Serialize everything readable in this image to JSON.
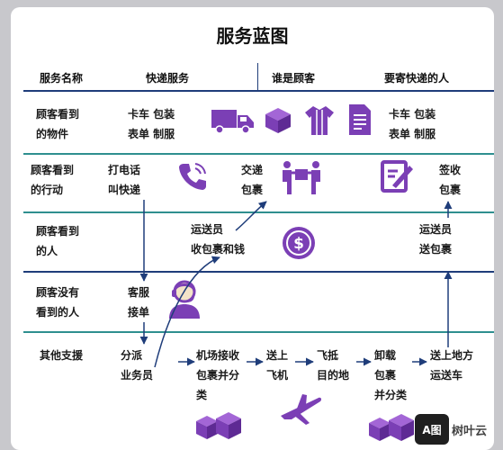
{
  "title": "服务蓝图",
  "header": {
    "col_service_name": "服务名称",
    "col_service": "快递服务",
    "col_customer": "谁是顾客",
    "col_sender": "要寄快递的人"
  },
  "rows": [
    {
      "label": "顾客看到\n的物件"
    },
    {
      "label": "顾客看到\n的行动"
    },
    {
      "label": "顾客看到\n的人"
    },
    {
      "label": "顾客没有\n看到的人"
    },
    {
      "label": "其他支援"
    }
  ],
  "objects_left": "卡车  包装\n表单  制服",
  "objects_right": "卡车  包装\n表单  制服",
  "actions": {
    "call": "打电话\n叫快递",
    "deliver": "交递\n包裹",
    "sign": "签收\n包裹"
  },
  "people": {
    "courier_collect": "运送员\n收包裹和钱",
    "courier_deliver": "运送员\n送包裹"
  },
  "hidden": {
    "service_order": "客服\n接单"
  },
  "support": {
    "dispatch": "分派\n业务员",
    "airport": "机场接收\n包裹并分\n类",
    "board": "送上\n飞机",
    "arrive": "飞抵\n目的地",
    "unload": "卸载\n包裹\n并分类",
    "truck": "送上地方\n运送车"
  },
  "logo": {
    "mark": "A图",
    "name": "树叶云"
  },
  "colors": {
    "purple": "#7b3fb5",
    "navy": "#1f3d7a",
    "teal": "#2f8f8f"
  }
}
